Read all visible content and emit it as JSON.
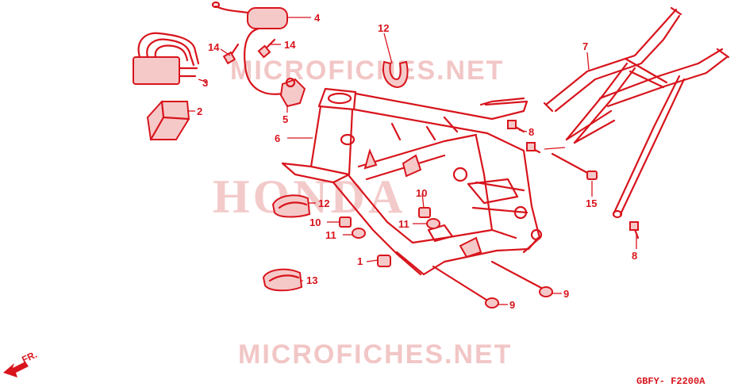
{
  "watermark": {
    "text": "MICROFICHES.NET"
  },
  "brand_watermark": {
    "text": "HONDA"
  },
  "direction_label": "FR.",
  "diagram_code": "GBFY- F2200A",
  "callouts": [
    {
      "id": "c1",
      "label": "1"
    },
    {
      "id": "c2",
      "label": "2"
    },
    {
      "id": "c3",
      "label": "3"
    },
    {
      "id": "c4",
      "label": "4"
    },
    {
      "id": "c5",
      "label": "5"
    },
    {
      "id": "c6",
      "label": "6"
    },
    {
      "id": "c7",
      "label": "7"
    },
    {
      "id": "c8a",
      "label": "8"
    },
    {
      "id": "c8b",
      "label": "8"
    },
    {
      "id": "c9a",
      "label": "9"
    },
    {
      "id": "c9b",
      "label": "9"
    },
    {
      "id": "c10a",
      "label": "10"
    },
    {
      "id": "c10b",
      "label": "10"
    },
    {
      "id": "c11a",
      "label": "11"
    },
    {
      "id": "c11b",
      "label": "11"
    },
    {
      "id": "c12a",
      "label": "12"
    },
    {
      "id": "c12b",
      "label": "12"
    },
    {
      "id": "c13",
      "label": "13"
    },
    {
      "id": "c14a",
      "label": "14"
    },
    {
      "id": "c14b",
      "label": "14"
    },
    {
      "id": "c15",
      "label": "15"
    }
  ]
}
